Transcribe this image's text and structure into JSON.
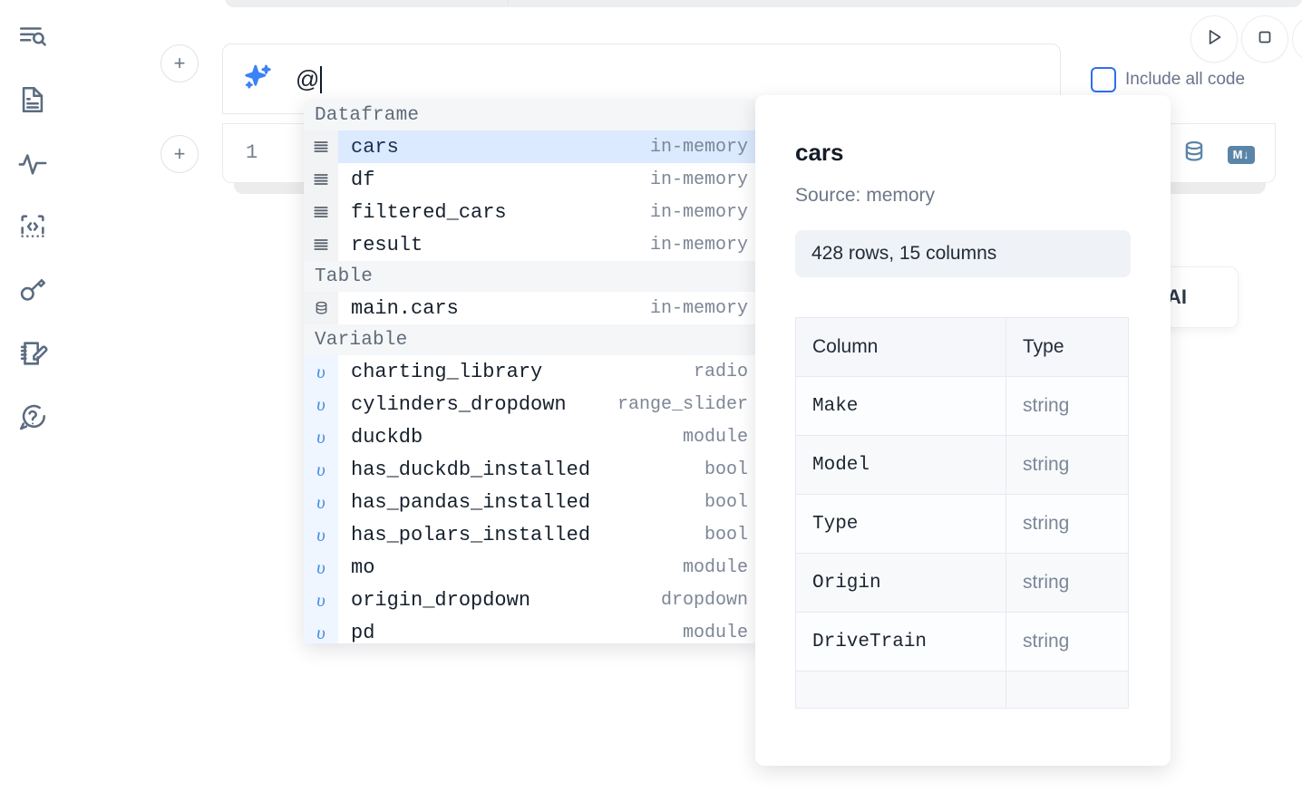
{
  "sidebar": {
    "items": [
      {
        "name": "explore-outline-icon",
        "label": "Outline"
      },
      {
        "name": "file-explorer-icon",
        "label": "File explorer"
      },
      {
        "name": "activity-icon",
        "label": "Dependency graph"
      },
      {
        "name": "snippets-icon",
        "label": "Snippets"
      },
      {
        "name": "secrets-key-icon",
        "label": "Secrets"
      },
      {
        "name": "scratchpad-icon",
        "label": "Scratchpad"
      },
      {
        "name": "help-chat-icon",
        "label": "Help"
      }
    ]
  },
  "toolbar": {
    "run_label": "Run",
    "stop_label": "Stop",
    "include_all_code_label": "Include all code",
    "include_all_code_checked": false,
    "accent_color": "#2f6fed"
  },
  "prompt": {
    "value": "@",
    "icon": "sparkle-icon",
    "add_cell_label": "+"
  },
  "cell": {
    "line_number": "1",
    "sql_icon_label": "SQL",
    "markdown_icon_label": "M↓"
  },
  "ai_card": {
    "label": "h AI"
  },
  "autocomplete": {
    "groups": [
      {
        "label": "Dataframe",
        "icon": "dataframe-icon",
        "gutter_kind": "data",
        "items": [
          {
            "name": "cars",
            "type": "in-memory",
            "selected": true
          },
          {
            "name": "df",
            "type": "in-memory",
            "selected": false
          },
          {
            "name": "filtered_cars",
            "type": "in-memory",
            "selected": false
          },
          {
            "name": "result",
            "type": "in-memory",
            "selected": false
          }
        ]
      },
      {
        "label": "Table",
        "icon": "database-icon",
        "gutter_kind": "data",
        "items": [
          {
            "name": "main.cars",
            "type": "in-memory",
            "selected": false
          }
        ]
      },
      {
        "label": "Variable",
        "icon": "variable-icon",
        "gutter_kind": "var",
        "items": [
          {
            "name": "charting_library",
            "type": "radio",
            "selected": false
          },
          {
            "name": "cylinders_dropdown",
            "type": "range_slider",
            "selected": false
          },
          {
            "name": "duckdb",
            "type": "module",
            "selected": false
          },
          {
            "name": "has_duckdb_installed",
            "type": "bool",
            "selected": false
          },
          {
            "name": "has_pandas_installed",
            "type": "bool",
            "selected": false
          },
          {
            "name": "has_polars_installed",
            "type": "bool",
            "selected": false
          },
          {
            "name": "mo",
            "type": "module",
            "selected": false
          },
          {
            "name": "origin_dropdown",
            "type": "dropdown",
            "selected": false
          },
          {
            "name": "pd",
            "type": "module",
            "selected": false
          }
        ]
      }
    ]
  },
  "preview": {
    "title": "cars",
    "source": "Source: memory",
    "shape": "428 rows, 15 columns",
    "columns_header": "Column",
    "type_header": "Type",
    "rows": [
      {
        "column": "Make",
        "type": "string"
      },
      {
        "column": "Model",
        "type": "string"
      },
      {
        "column": "Type",
        "type": "string"
      },
      {
        "column": "Origin",
        "type": "string"
      },
      {
        "column": "DriveTrain",
        "type": "string"
      },
      {
        "column": "",
        "type": ""
      }
    ]
  }
}
